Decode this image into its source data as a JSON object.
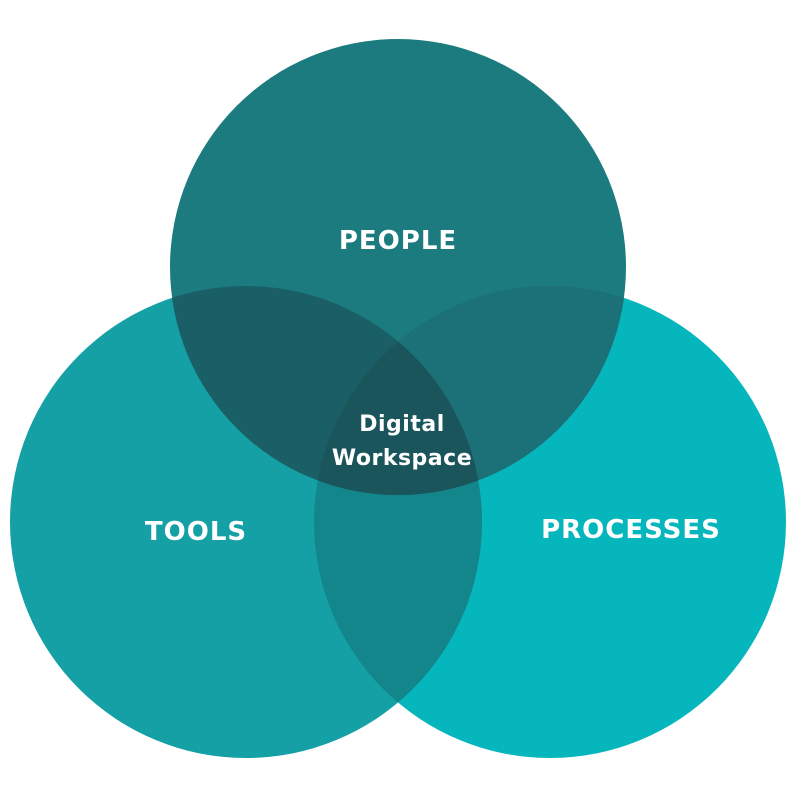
{
  "diagram": {
    "type": "venn",
    "colors": {
      "people": "#1b7b7e",
      "tools": "#14a0a5",
      "processes": "#06b6bd",
      "people_tools": "#1b5f66",
      "people_processes": "#1c7077",
      "tools_processes": "#13868c",
      "center": "#1a555b"
    },
    "sets": [
      {
        "id": "people",
        "label": "PEOPLE"
      },
      {
        "id": "tools",
        "label": "TOOLS"
      },
      {
        "id": "processes",
        "label": "PROCESSES"
      }
    ],
    "center": {
      "line1": "Digital",
      "line2": "Workspace"
    }
  }
}
